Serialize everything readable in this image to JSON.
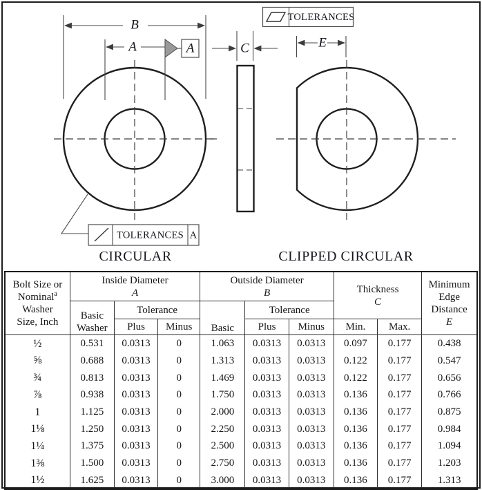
{
  "drawing": {
    "dims": {
      "b": "B",
      "a": "A",
      "c": "C",
      "e": "E"
    },
    "datum_flag": "A",
    "fcf_top": {
      "text": "TOLERANCES"
    },
    "fcf_bottom": {
      "text": "TOLERANCES",
      "datum": "A"
    },
    "captions": {
      "circular": "CIRCULAR",
      "clipped": "CLIPPED CIRCULAR"
    }
  },
  "table": {
    "bolt_col": {
      "line1": "Bolt Size or",
      "line2_base": "Nominal",
      "line2_sup": "a",
      "line3": "Washer",
      "line4": "Size, Inch"
    },
    "inside": {
      "title": "Inside Diameter",
      "letter": "A"
    },
    "outside": {
      "title": "Outside Diameter",
      "letter": "B"
    },
    "thickness": {
      "title": "Thickness",
      "letter": "C"
    },
    "edge": {
      "line1": "Minimum",
      "line2": "Edge",
      "line3": "Distance",
      "letter": "E"
    },
    "sub": {
      "basic_washer": "Basic Washer",
      "basic": "Basic",
      "tolerance": "Tolerance",
      "tolerance2": "Tolerance",
      "plus": "Plus",
      "minus": "Minus",
      "plus2": "Plus",
      "minus2": "Minus",
      "min": "Min.",
      "max": "Max."
    },
    "rows": [
      [
        "½",
        "0.531",
        "0.0313",
        "0",
        "1.063",
        "0.0313",
        "0.0313",
        "0.097",
        "0.177",
        "0.438"
      ],
      [
        "⅝",
        "0.688",
        "0.0313",
        "0",
        "1.313",
        "0.0313",
        "0.0313",
        "0.122",
        "0.177",
        "0.547"
      ],
      [
        "¾",
        "0.813",
        "0.0313",
        "0",
        "1.469",
        "0.0313",
        "0.0313",
        "0.122",
        "0.177",
        "0.656"
      ],
      [
        "⅞",
        "0.938",
        "0.0313",
        "0",
        "1.750",
        "0.0313",
        "0.0313",
        "0.136",
        "0.177",
        "0.766"
      ],
      [
        "1",
        "1.125",
        "0.0313",
        "0",
        "2.000",
        "0.0313",
        "0.0313",
        "0.136",
        "0.177",
        "0.875"
      ],
      [
        "1⅛",
        "1.250",
        "0.0313",
        "0",
        "2.250",
        "0.0313",
        "0.0313",
        "0.136",
        "0.177",
        "0.984"
      ],
      [
        "1¼",
        "1.375",
        "0.0313",
        "0",
        "2.500",
        "0.0313",
        "0.0313",
        "0.136",
        "0.177",
        "1.094"
      ],
      [
        "1⅜",
        "1.500",
        "0.0313",
        "0",
        "2.750",
        "0.0313",
        "0.0313",
        "0.136",
        "0.177",
        "1.203"
      ],
      [
        "1½",
        "1.625",
        "0.0313",
        "0",
        "3.000",
        "0.0313",
        "0.0313",
        "0.136",
        "0.177",
        "1.313"
      ]
    ]
  }
}
